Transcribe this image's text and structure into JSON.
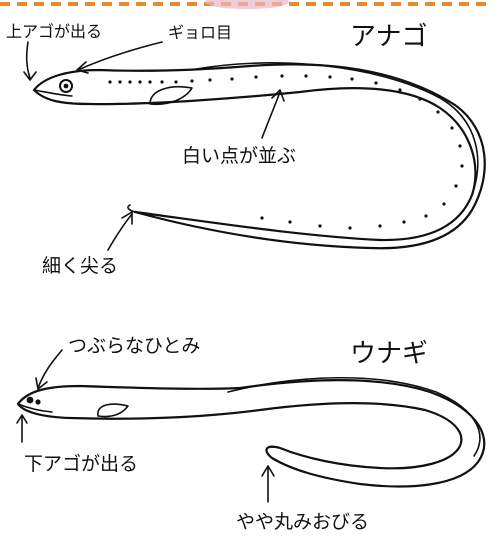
{
  "top_border": {
    "color": "#e88a2a",
    "accent": "#d9a0b8"
  },
  "anago": {
    "name": "アナゴ",
    "labels": {
      "upper_jaw": "上アゴが出る",
      "eye": "ギョロ目",
      "dots": "白い点が並ぶ",
      "tail": "細く尖る"
    }
  },
  "unagi": {
    "name": "ウナギ",
    "labels": {
      "eye": "つぶらなひとみ",
      "lower_jaw": "下アゴが出る",
      "tail": "やや丸みおびる"
    }
  }
}
